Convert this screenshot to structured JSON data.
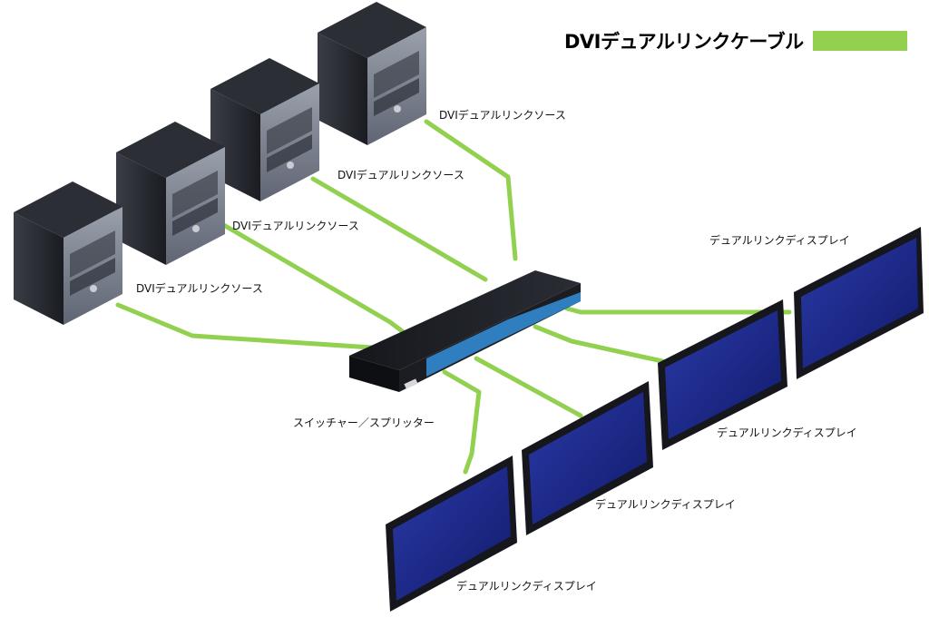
{
  "legend": {
    "label": "DVIデュアルリンクケーブル",
    "color": "#92d050"
  },
  "sources": [
    {
      "label": "DVIデュアルリンクソース"
    },
    {
      "label": "DVIデュアルリンクソース"
    },
    {
      "label": "DVIデュアルリンクソース"
    },
    {
      "label": "DVIデュアルリンクソース"
    }
  ],
  "switch": {
    "label": "スイッチャー／スプリッター"
  },
  "displays": [
    {
      "label": "デュアルリンクディスプレイ"
    },
    {
      "label": "デュアルリンクディスプレイ"
    },
    {
      "label": "デュアルリンクディスプレイ"
    },
    {
      "label": "デュアルリンクディスプレイ"
    }
  ],
  "colors": {
    "cable": "#92d050",
    "switch_accent": "#2f7fc0",
    "screen": "#1d2a8c"
  }
}
